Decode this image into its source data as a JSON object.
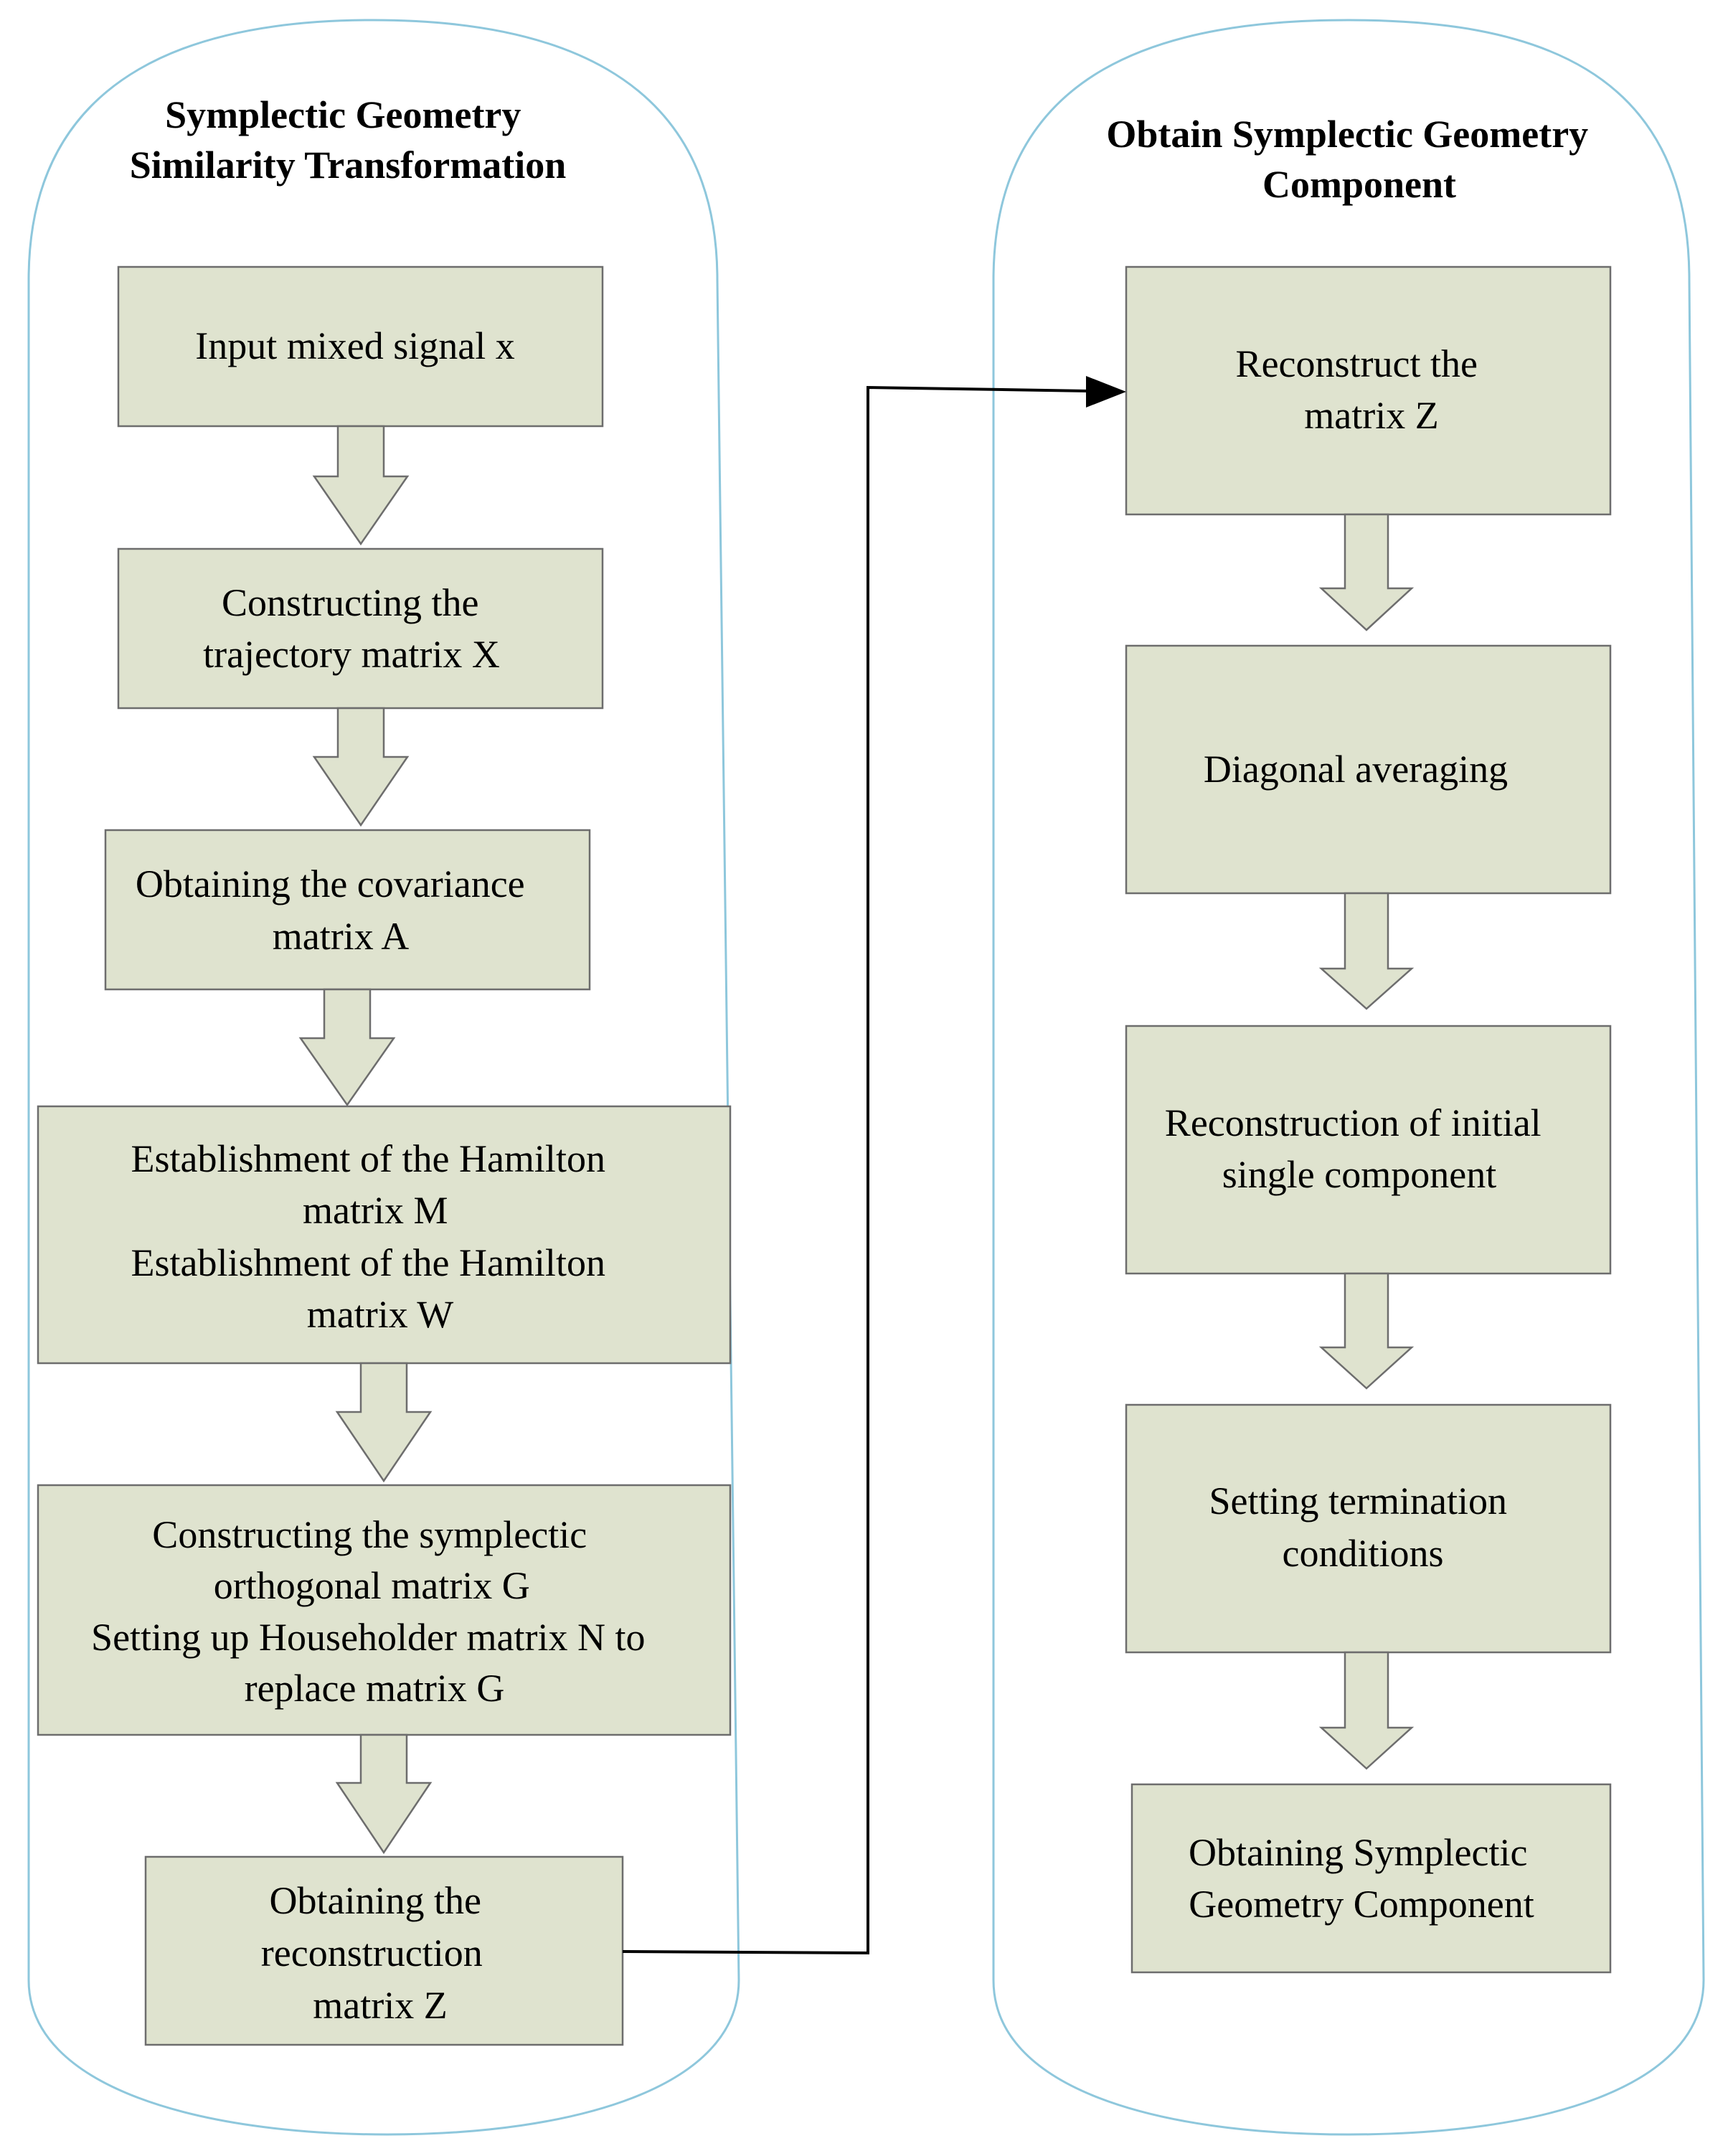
{
  "colors": {
    "box_fill": "#dfe3cf",
    "box_stroke": "#6d6d6d",
    "container_stroke": "#8ec7dc",
    "connector": "#000000"
  },
  "left_panel": {
    "title": [
      "Symplectic Geometry",
      "Similarity Transformation"
    ],
    "steps": [
      {
        "lines": [
          "Input mixed signal x"
        ]
      },
      {
        "lines": [
          "Constructing the",
          "trajectory matrix X"
        ]
      },
      {
        "lines": [
          "Obtaining the covariance",
          "matrix A"
        ]
      },
      {
        "lines": [
          "Establishment of the Hamilton",
          "matrix M",
          "Establishment of the Hamilton",
          "matrix W"
        ]
      },
      {
        "lines": [
          "Constructing the symplectic",
          "orthogonal matrix G",
          "Setting up Householder matrix N to",
          "replace matrix G"
        ]
      },
      {
        "lines": [
          "Obtaining the",
          "reconstruction",
          "matrix Z"
        ]
      }
    ]
  },
  "right_panel": {
    "title": [
      "Obtain Symplectic Geometry",
      "Component"
    ],
    "steps": [
      {
        "lines": [
          "Reconstruct the",
          "matrix Z"
        ]
      },
      {
        "lines": [
          "Diagonal averaging"
        ]
      },
      {
        "lines": [
          "Reconstruction of initial",
          "single component"
        ]
      },
      {
        "lines": [
          "Setting termination",
          "conditions"
        ]
      },
      {
        "lines": [
          "Obtaining Symplectic",
          "Geometry Component"
        ]
      }
    ]
  }
}
